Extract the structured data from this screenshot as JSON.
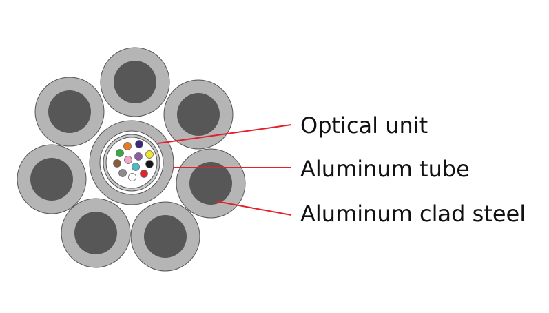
{
  "labels": {
    "optical_unit": "Optical unit",
    "aluminum_tube": "Aluminum tube",
    "aluminum_clad_steel": "Aluminum clad steel"
  },
  "colors": {
    "strand_outer": "#b5b5b5",
    "strand_core": "#575757",
    "outline": "#555555",
    "leader": "#e4202a",
    "tube_ring": "#c8c8c8",
    "inner_gap": "#ffffff",
    "fibers": [
      "#3aa84a",
      "#e87a22",
      "#3b2a7a",
      "#8d5ca8",
      "#f3e529",
      "#8b5a3c",
      "#f0a7c5",
      "#4bbcc6",
      "#151515",
      "#8c8c8c",
      "#ffffff",
      "#e3232b"
    ]
  }
}
